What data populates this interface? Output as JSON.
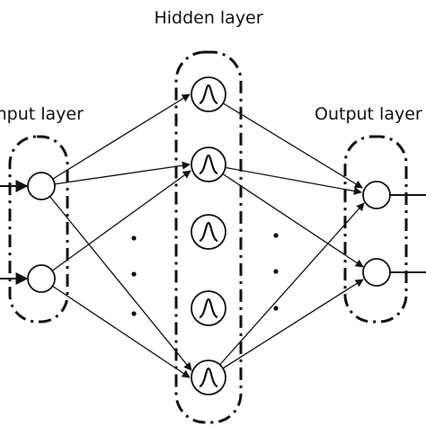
{
  "labels": {
    "hidden": "Hidden layer",
    "input": "Input layer",
    "output": "Output layer"
  },
  "layers": {
    "input_nodes": 2,
    "hidden_nodes_shown": 5,
    "output_nodes": 2,
    "hidden_activation_icon": "gaussian-curve-icon"
  },
  "colors": {
    "stroke": "#111111",
    "background": "#ffffff"
  }
}
